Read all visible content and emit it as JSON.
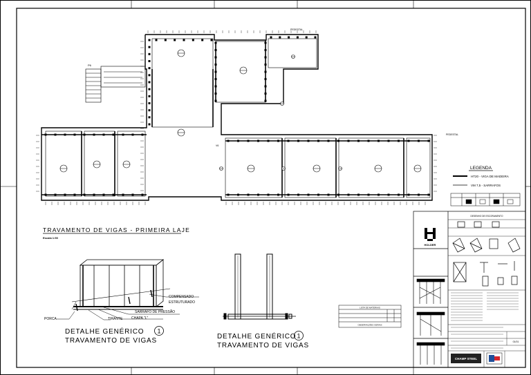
{
  "plan": {
    "title": "TRAVAMENTO DE VIGAS - PRIMEIRA LAJE",
    "scale": "Escala 1:50",
    "column_label": "P6",
    "beam_label": "V6",
    "pedestal_label": "PEDESTAL",
    "bubble_notes": [
      "Ver Detalhe 1",
      "Ver Detalhe 1"
    ]
  },
  "legend": {
    "title": "LEGENDA",
    "items": [
      {
        "label": "HT20 - VIGA DE MADEIRA"
      },
      {
        "label": "VM 7,5 - SARRAFOS"
      }
    ]
  },
  "detail_left": {
    "number": "1",
    "line1": "DETALHE GENÉRICO",
    "line2": "TRAVAMENTO DE VIGAS",
    "callouts": {
      "compensado1": "COMPENSADO",
      "compensado2": "ESTRUTURADO",
      "sarrafo": "SARRAFO DE PRESSÃO",
      "chapa": "CHAPA \"L\"",
      "tirante": "TIRANTE",
      "porca": "PORCA"
    }
  },
  "detail_right": {
    "number": "1",
    "line1": "DETALHE GENÉRICO",
    "line2": "TRAVAMENTO DE VIGAS"
  },
  "materials": {
    "title": "LISTA DE MATERIAIS",
    "footer": "OBSERVAÇÕES GERAIS"
  },
  "title_block": {
    "logo_text": "HOLDER",
    "header": "DESENHO DE ESCORAMENTO",
    "company": "CHAMP STEEL",
    "sheet": "01/01"
  }
}
